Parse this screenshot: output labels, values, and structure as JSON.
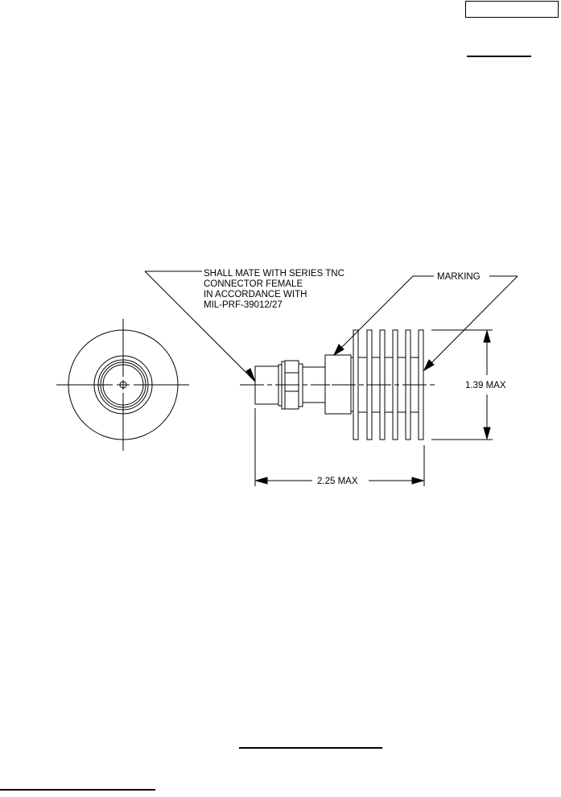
{
  "drawing": {
    "note_lines": [
      "SHALL MATE WITH SERIES TNC",
      "CONNECTOR FEMALE",
      "IN ACCORDANCE WITH",
      "MIL-PRF-39012/27"
    ],
    "marking_label": "MARKING",
    "height_dim": "1.39 MAX",
    "length_dim": "2.25 MAX"
  }
}
